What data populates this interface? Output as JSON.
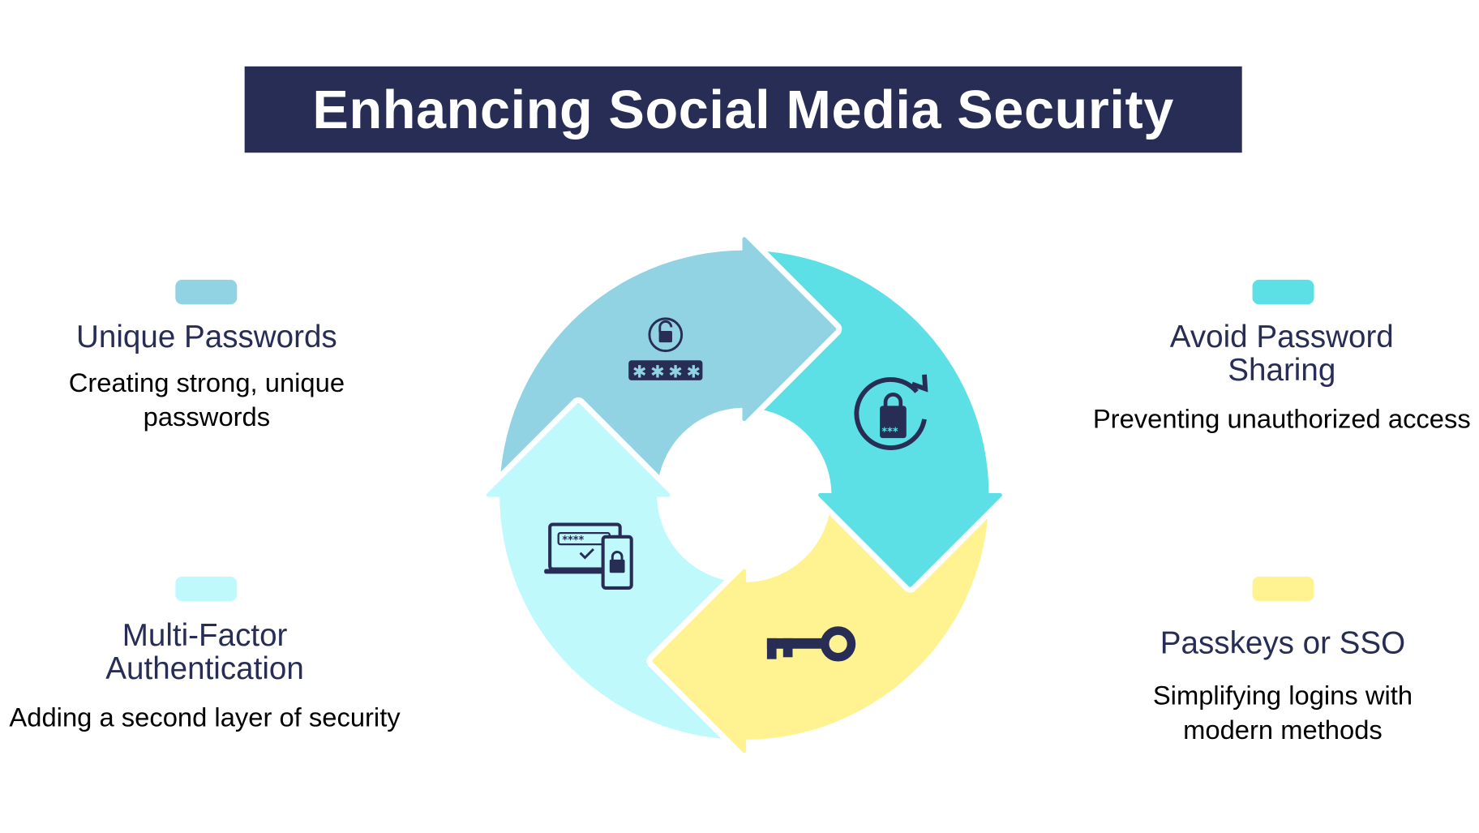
{
  "title": "Enhancing Social Media Security",
  "colors": {
    "navy": "#272D55",
    "blue": "#92D3E3",
    "teal": "#5CE0E6",
    "yellow": "#FFF391",
    "cyan": "#C0F9FC"
  },
  "items": [
    {
      "heading": "Unique Passwords",
      "description": "Creating strong, unique passwords",
      "color": "#92D3E3",
      "icon": "lock-password-icon"
    },
    {
      "heading": "Avoid Password Sharing",
      "description": "Preventing unauthorized access",
      "color": "#5CE0E6",
      "icon": "lock-refresh-icon"
    },
    {
      "heading": "Passkeys or SSO",
      "description": "Simplifying logins with modern methods",
      "color": "#FFF391",
      "icon": "key-icon"
    },
    {
      "heading": "Multi-Factor Authentication",
      "description": "Adding a second layer of security",
      "color": "#C0F9FC",
      "icon": "laptop-phone-lock-icon"
    }
  ]
}
